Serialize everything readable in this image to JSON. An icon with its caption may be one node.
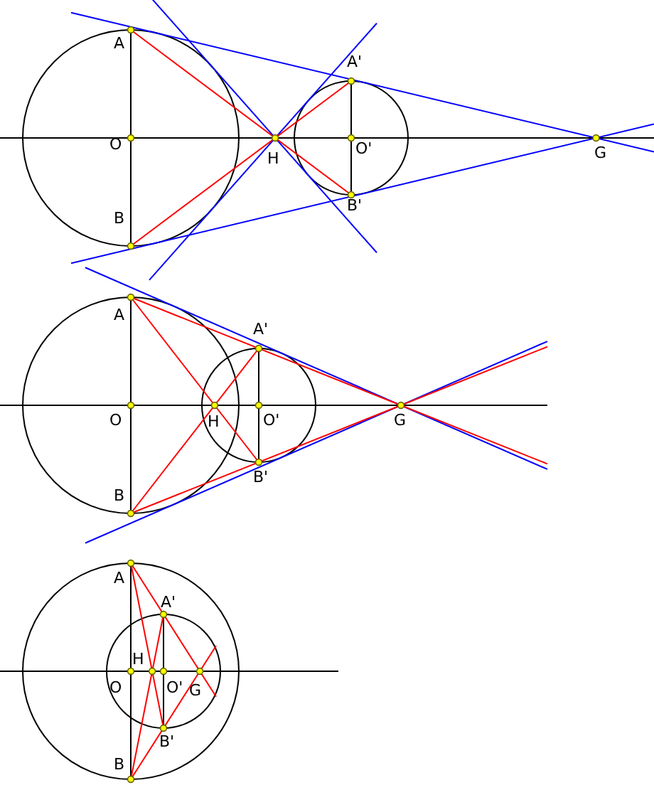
{
  "diagram": {
    "labels": [
      "A",
      "A'",
      "O",
      "O'",
      "H",
      "G",
      "B'",
      "B",
      "A",
      "A'",
      "O",
      "H",
      "O'",
      "G",
      "B",
      "B'",
      "A",
      "A'",
      "H",
      "O",
      "O'",
      "G",
      "B'",
      "B"
    ]
  }
}
